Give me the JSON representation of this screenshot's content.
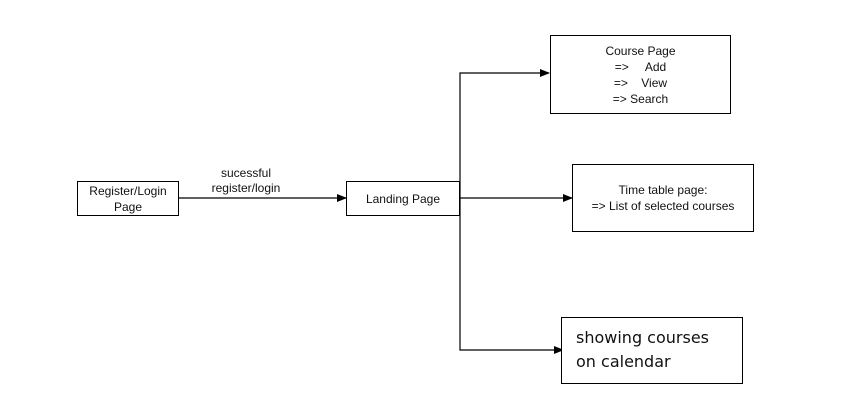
{
  "nodes": {
    "register_login": {
      "lines": [
        "Register/Login",
        "Page"
      ]
    },
    "landing": {
      "lines": [
        "Landing Page"
      ]
    },
    "course": {
      "lines": [
        "Course Page",
        "=>     Add",
        "=>    View",
        "=> Search"
      ]
    },
    "timetable": {
      "lines": [
        "Time table page:",
        "=> List of selected courses"
      ]
    },
    "calendar": {
      "lines": [
        "showing courses",
        "on calendar"
      ]
    }
  },
  "edges": {
    "register_to_landing": {
      "label_lines": [
        "sucessful",
        "register/login"
      ]
    }
  }
}
